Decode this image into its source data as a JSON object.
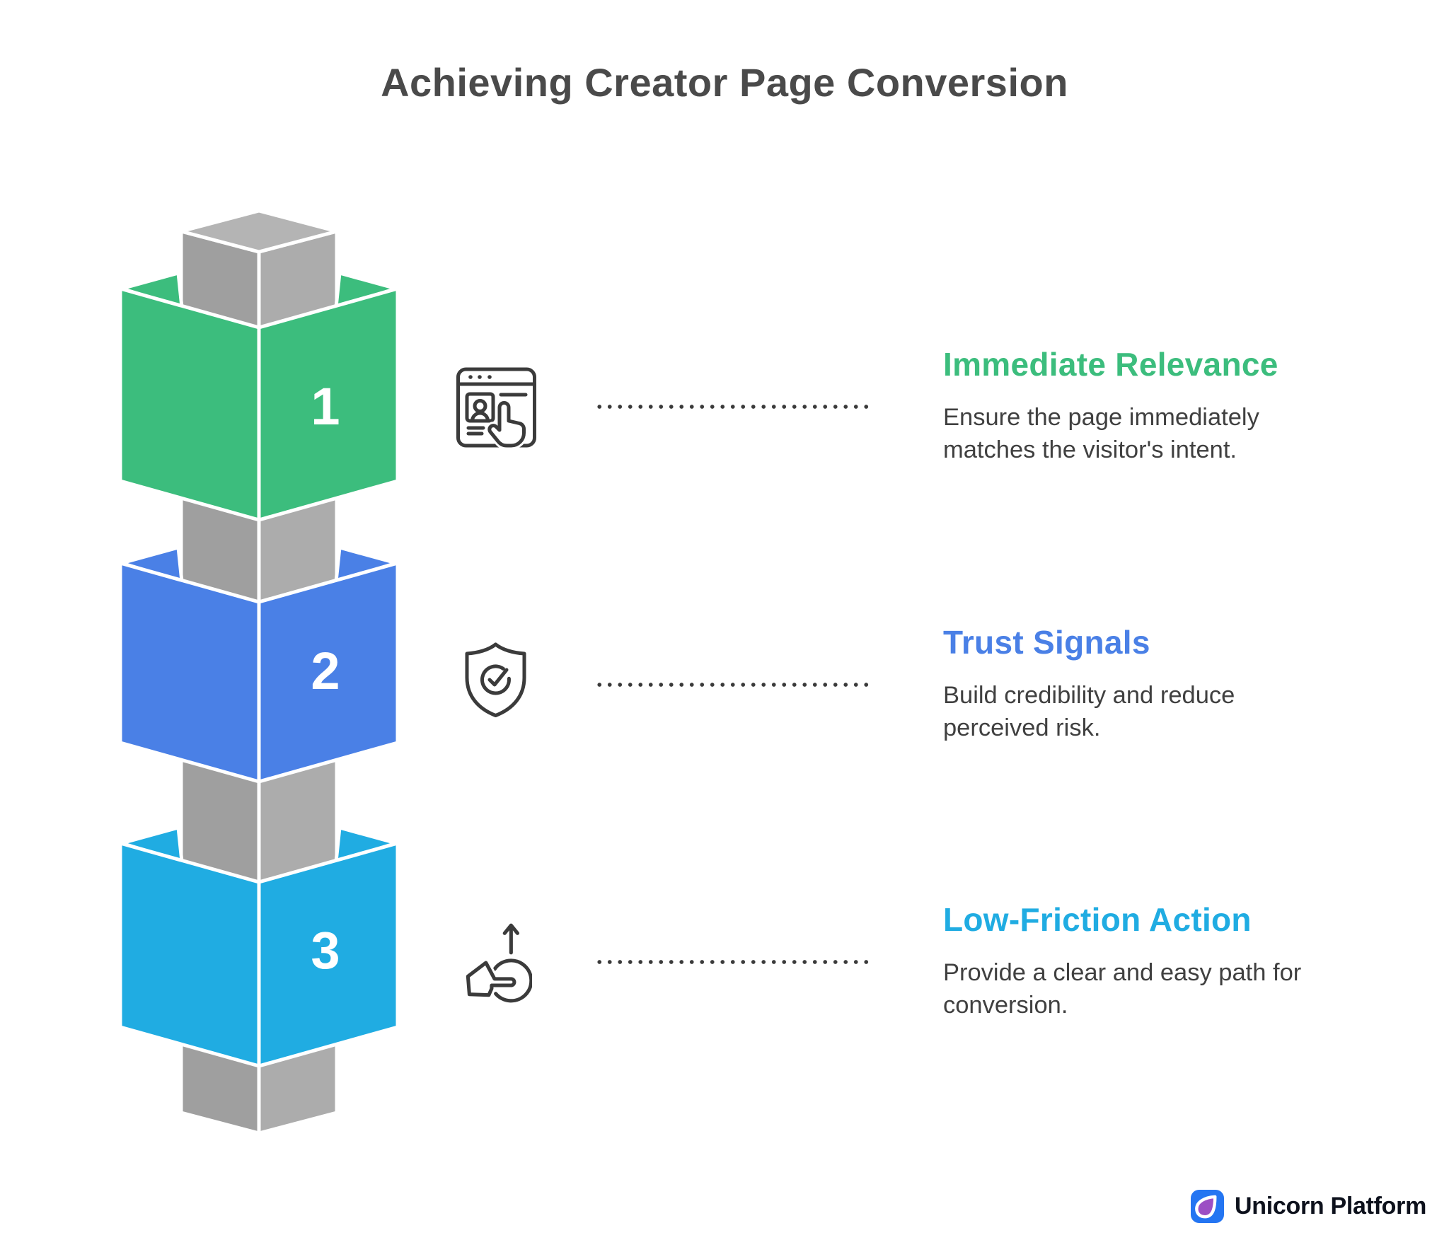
{
  "title": "Achieving Creator Page Conversion",
  "steps": [
    {
      "number": "1",
      "accent": "#3cbd7d",
      "heading": "Immediate Relevance",
      "body": "Ensure the page immediately\nmatches the visitor's intent.",
      "icon": "browser-profile-click-icon"
    },
    {
      "number": "2",
      "accent": "#4a80e6",
      "heading": "Trust Signals",
      "body": "Build credibility and reduce\nperceived risk.",
      "icon": "shield-check-icon"
    },
    {
      "number": "3",
      "accent": "#20ace2",
      "heading": "Low-Friction Action",
      "body": "Provide a clear and easy path for\nconversion.",
      "icon": "hand-tap-up-icon"
    }
  ],
  "connector": {
    "top": "#b4b4b4",
    "left": "#9f9f9f",
    "right": "#acacac"
  },
  "dotted_line_color": "#3a3a3a",
  "icon_stroke_color": "#3b3b3b",
  "footer": {
    "brand": "Unicorn Platform",
    "logo_color": "#2475f2",
    "logo_accent": "#9c4fc4"
  }
}
